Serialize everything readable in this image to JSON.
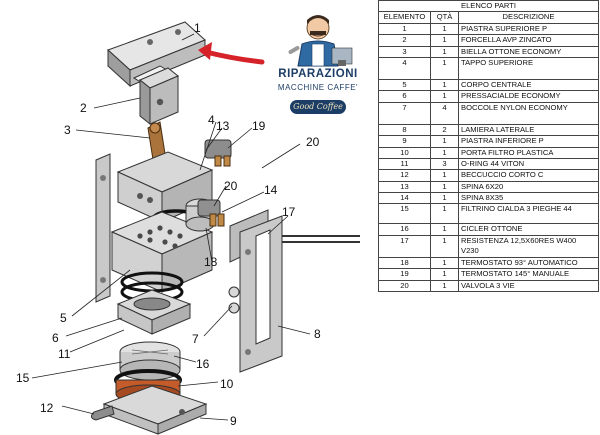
{
  "logo": {
    "line1": "RIPARAZIONI",
    "line2": "MACCHINE CAFFE'",
    "tagline": "Good Coffee"
  },
  "callouts": [
    "1",
    "2",
    "3",
    "4",
    "5",
    "6",
    "7",
    "8",
    "9",
    "10",
    "11",
    "12",
    "13",
    "14",
    "15",
    "16",
    "17",
    "18",
    "19",
    "20",
    "20"
  ],
  "parts_table": {
    "title": "ELENCO PARTI",
    "headers": [
      "ELEMENTO",
      "QTÀ",
      "DESCRIZIONE"
    ],
    "rows": [
      {
        "el": "1",
        "qty": "1",
        "desc": "PIASTRA SUPERIORE P"
      },
      {
        "el": "2",
        "qty": "1",
        "desc": "FORCELLA AVP ZINCATO"
      },
      {
        "el": "3",
        "qty": "1",
        "desc": "BIELLA OTTONE ECONOMY"
      },
      {
        "el": "4",
        "qty": "1",
        "desc": "TAPPO SUPERIORE"
      },
      {
        "el": "5",
        "qty": "1",
        "desc": "CORPO CENTRALE"
      },
      {
        "el": "6",
        "qty": "1",
        "desc": "PRESSACIALDE ECONOMY"
      },
      {
        "el": "7",
        "qty": "4",
        "desc": "BOCCOLE NYLON ECONOMY"
      },
      {
        "el": "8",
        "qty": "2",
        "desc": "LAMIERA LATERALE"
      },
      {
        "el": "9",
        "qty": "1",
        "desc": "PIASTRA INFERIORE P"
      },
      {
        "el": "10",
        "qty": "1",
        "desc": "PORTA FILTRO PLASTICA"
      },
      {
        "el": "11",
        "qty": "3",
        "desc": "O-RING 44 VITON"
      },
      {
        "el": "12",
        "qty": "1",
        "desc": "BECCUCCIO CORTO C"
      },
      {
        "el": "13",
        "qty": "1",
        "desc": "SPINA 6X20"
      },
      {
        "el": "14",
        "qty": "1",
        "desc": "SPINA 8X35"
      },
      {
        "el": "15",
        "qty": "1",
        "desc": "FILTRINO CIALDA 3 PIEGHE 44"
      },
      {
        "el": "16",
        "qty": "1",
        "desc": "CICLER OTTONE"
      },
      {
        "el": "17",
        "qty": "1",
        "desc": "RESISTENZA 12,5X60RES W400",
        "desc2": "V230"
      },
      {
        "el": "18",
        "qty": "1",
        "desc": "TERMOSTATO 93° AUTOMATICO"
      },
      {
        "el": "19",
        "qty": "1",
        "desc": "TERMOSTATO 145° MANUALE"
      },
      {
        "el": "20",
        "qty": "1",
        "desc": "VALVOLA 3 VIE"
      }
    ]
  }
}
